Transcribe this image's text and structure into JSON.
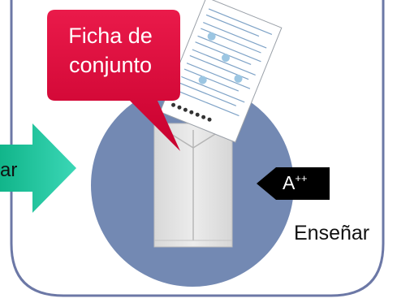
{
  "callout": {
    "line1": "Ficha de",
    "line2": "conjunto"
  },
  "left_arrow": {
    "label_fragment": "ar"
  },
  "grade_badge": {
    "base": "A",
    "superscript": "++"
  },
  "teach_label": "Enseñar",
  "colors": {
    "frame": "#6c78a6",
    "circle": "#7389b3",
    "callout": "#e0003a",
    "arrow_green": "#1ec7a0",
    "envelope": "#e4e4e4",
    "badge": "#000000"
  },
  "icons": {
    "worksheet": "worksheet-document-icon",
    "envelope": "envelope-icon"
  }
}
